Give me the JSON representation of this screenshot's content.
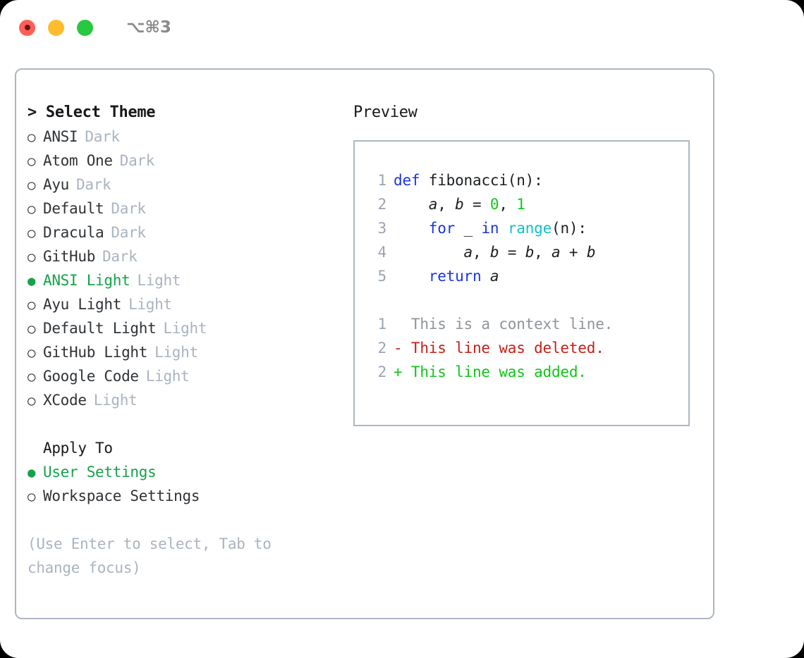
{
  "titlebar": {
    "shortcut": "⌥⌘3",
    "buttons": [
      {
        "name": "close",
        "color": "#ff5f57"
      },
      {
        "name": "minimize",
        "color": "#febc2e"
      },
      {
        "name": "maximize",
        "color": "#28c840"
      }
    ]
  },
  "accent_color": "#15a349",
  "theme_picker": {
    "heading": "> Select Theme",
    "selected_marker": "●",
    "unselected_marker": "○",
    "items": [
      {
        "marker": "○",
        "name": "ANSI",
        "kind": "Dark",
        "selected": false
      },
      {
        "marker": "○",
        "name": "Atom One",
        "kind": "Dark",
        "selected": false
      },
      {
        "marker": "○",
        "name": "Ayu",
        "kind": "Dark",
        "selected": false
      },
      {
        "marker": "○",
        "name": "Default",
        "kind": "Dark",
        "selected": false
      },
      {
        "marker": "○",
        "name": "Dracula",
        "kind": "Dark",
        "selected": false
      },
      {
        "marker": "○",
        "name": "GitHub",
        "kind": "Dark",
        "selected": false
      },
      {
        "marker": "●",
        "name": "ANSI Light",
        "kind": "Light",
        "selected": true
      },
      {
        "marker": "○",
        "name": "Ayu Light",
        "kind": "Light",
        "selected": false
      },
      {
        "marker": "○",
        "name": "Default Light",
        "kind": "Light",
        "selected": false
      },
      {
        "marker": "○",
        "name": "GitHub Light",
        "kind": "Light",
        "selected": false
      },
      {
        "marker": "○",
        "name": "Google Code",
        "kind": "Light",
        "selected": false
      },
      {
        "marker": "○",
        "name": "XCode",
        "kind": "Light",
        "selected": false
      }
    ]
  },
  "apply_to": {
    "heading": "Apply To",
    "options": [
      {
        "marker": "●",
        "label": "User Settings",
        "selected": true
      },
      {
        "marker": "○",
        "label": "Workspace Settings",
        "selected": false
      }
    ]
  },
  "hint": "(Use Enter to select, Tab to change focus)",
  "preview": {
    "heading": "Preview",
    "code_lines": [
      {
        "n": "1",
        "tokens": [
          {
            "t": "def ",
            "c": "kw"
          },
          {
            "t": "fibonacci(n):",
            "c": "pl"
          }
        ]
      },
      {
        "n": "2",
        "tokens": [
          {
            "t": "    ",
            "c": "pl"
          },
          {
            "t": "a",
            "c": "id"
          },
          {
            "t": ", ",
            "c": "pl"
          },
          {
            "t": "b",
            "c": "id"
          },
          {
            "t": " = ",
            "c": "pl"
          },
          {
            "t": "0",
            "c": "num"
          },
          {
            "t": ", ",
            "c": "pl"
          },
          {
            "t": "1",
            "c": "num"
          }
        ]
      },
      {
        "n": "3",
        "tokens": [
          {
            "t": "    ",
            "c": "pl"
          },
          {
            "t": "for",
            "c": "kw"
          },
          {
            "t": " _ ",
            "c": "pl"
          },
          {
            "t": "in",
            "c": "kw"
          },
          {
            "t": " ",
            "c": "pl"
          },
          {
            "t": "range",
            "c": "fn"
          },
          {
            "t": "(n):",
            "c": "pl"
          }
        ]
      },
      {
        "n": "4",
        "tokens": [
          {
            "t": "        ",
            "c": "pl"
          },
          {
            "t": "a",
            "c": "id"
          },
          {
            "t": ", ",
            "c": "pl"
          },
          {
            "t": "b",
            "c": "id"
          },
          {
            "t": " = ",
            "c": "pl"
          },
          {
            "t": "b",
            "c": "id"
          },
          {
            "t": ", ",
            "c": "pl"
          },
          {
            "t": "a",
            "c": "id"
          },
          {
            "t": " + ",
            "c": "pl"
          },
          {
            "t": "b",
            "c": "id"
          }
        ]
      },
      {
        "n": "5",
        "tokens": [
          {
            "t": "    ",
            "c": "pl"
          },
          {
            "t": "return",
            "c": "kw"
          },
          {
            "t": " ",
            "c": "pl"
          },
          {
            "t": "a",
            "c": "id"
          }
        ]
      }
    ],
    "diff_lines": [
      {
        "n": "1",
        "text": "  This is a context line.",
        "kind": "ctx"
      },
      {
        "n": "2",
        "text": "- This line was deleted.",
        "kind": "del"
      },
      {
        "n": "2",
        "text": "+ This line was added.",
        "kind": "add"
      }
    ]
  }
}
